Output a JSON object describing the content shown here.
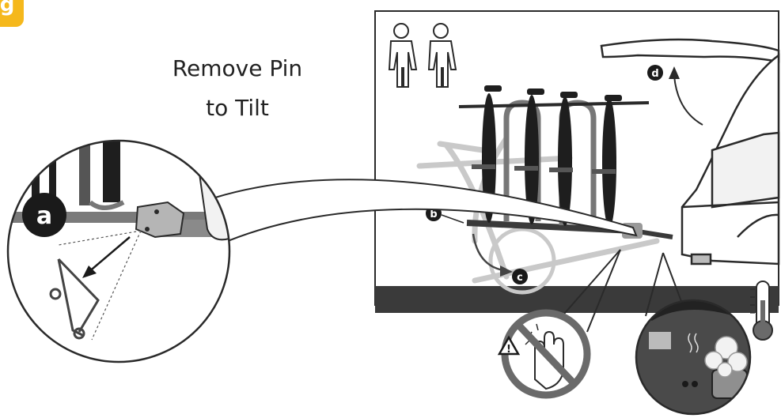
{
  "step_badge": "g",
  "title": {
    "line1": "Remove Pin",
    "line2": "to Tilt"
  },
  "callouts": {
    "a": "a",
    "b": "b",
    "c": "c",
    "d": "d"
  },
  "warning": {
    "symbol": "!"
  },
  "icons": [
    "adult-person-icon",
    "adult-person-icon",
    "warning-triangle-icon",
    "no-touch-hand-icon",
    "thermometer-icon"
  ],
  "colors": {
    "badge_yellow": "#f5b81c",
    "ground": "#3a3a3a",
    "outline": "#2a2a2a"
  }
}
